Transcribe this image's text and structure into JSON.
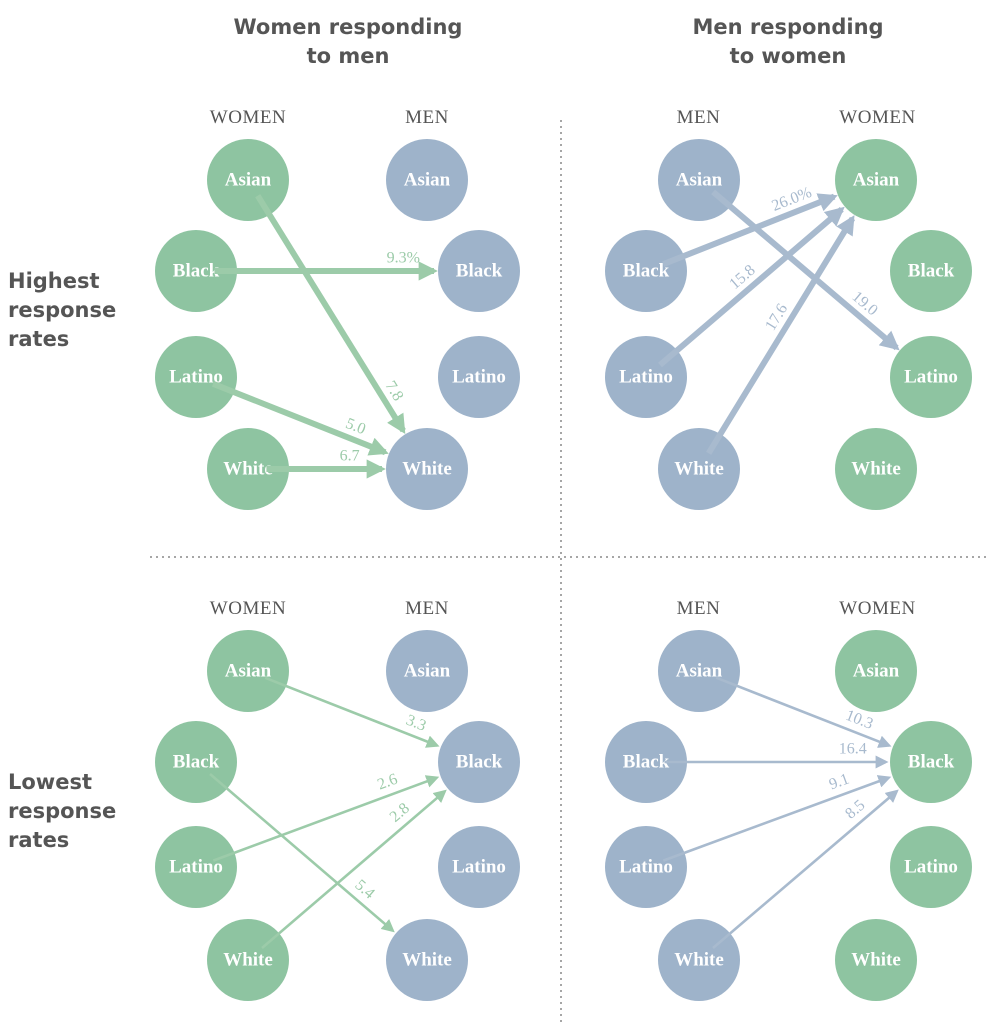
{
  "colors": {
    "women": "#8ec4a1",
    "men": "#9eb3ca",
    "women_arrow": "#9ccba9",
    "men_arrow": "#a8bace",
    "title_text": "#555555",
    "divider": "#888888"
  },
  "columns": [
    {
      "title_line1": "Women responding",
      "title_line2": "to men"
    },
    {
      "title_line1": "Men responding",
      "title_line2": "to women"
    }
  ],
  "rows": [
    {
      "title_lines": [
        "Highest",
        "response",
        "rates"
      ]
    },
    {
      "title_lines": [
        "Lowest",
        "response",
        "rates"
      ]
    }
  ],
  "side_labels": {
    "women": "WOMEN",
    "men": "MEN"
  },
  "groups": [
    "Asian",
    "Black",
    "Latino",
    "White"
  ],
  "panels": [
    {
      "id": "women-to-men-highest",
      "left_side": "women",
      "right_side": "men",
      "arrow_style": "thick",
      "links": [
        {
          "from": "Asian",
          "to": "White",
          "rate": "7.8"
        },
        {
          "from": "Black",
          "to": "Black",
          "rate": "9.3%"
        },
        {
          "from": "Latino",
          "to": "White",
          "rate": "5.0"
        },
        {
          "from": "White",
          "to": "White",
          "rate": "6.7"
        }
      ]
    },
    {
      "id": "men-to-women-highest",
      "left_side": "men",
      "right_side": "women",
      "arrow_style": "thick",
      "links": [
        {
          "from": "Black",
          "to": "Asian",
          "rate": "26.0%"
        },
        {
          "from": "Latino",
          "to": "Asian",
          "rate": "15.8"
        },
        {
          "from": "White",
          "to": "Asian",
          "rate": "17.6"
        },
        {
          "from": "Asian",
          "to": "Latino",
          "rate": "19.0"
        }
      ]
    },
    {
      "id": "women-to-men-lowest",
      "left_side": "women",
      "right_side": "men",
      "arrow_style": "thin",
      "links": [
        {
          "from": "Asian",
          "to": "Black",
          "rate": "3.3"
        },
        {
          "from": "Latino",
          "to": "Black",
          "rate": "2.6"
        },
        {
          "from": "White",
          "to": "Black",
          "rate": "2.8"
        },
        {
          "from": "Black",
          "to": "White",
          "rate": "5.4"
        }
      ]
    },
    {
      "id": "men-to-women-lowest",
      "left_side": "men",
      "right_side": "women",
      "arrow_style": "thin",
      "links": [
        {
          "from": "Asian",
          "to": "Black",
          "rate": "10.3"
        },
        {
          "from": "Black",
          "to": "Black",
          "rate": "16.4"
        },
        {
          "from": "Latino",
          "to": "Black",
          "rate": "9.1"
        },
        {
          "from": "White",
          "to": "Black",
          "rate": "8.5"
        }
      ]
    }
  ]
}
